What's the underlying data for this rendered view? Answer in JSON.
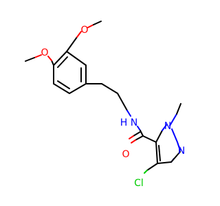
{
  "molecule": {
    "atoms": {
      "o_methoxy_top": {
        "label": "O",
        "color": "#ff0000"
      },
      "o_methoxy_left": {
        "label": "O",
        "color": "#ff0000"
      },
      "n_amide": {
        "label": "N",
        "color": "#0000ff"
      },
      "h_amide": {
        "label": "H",
        "color": "#0000ff"
      },
      "o_carbonyl": {
        "label": "O",
        "color": "#ff0000"
      },
      "n_pyrazole_1": {
        "label": "N",
        "color": "#0000ff"
      },
      "n_pyrazole_2": {
        "label": "N",
        "color": "#0000ff"
      },
      "cl": {
        "label": "Cl",
        "color": "#00cc00"
      }
    }
  }
}
